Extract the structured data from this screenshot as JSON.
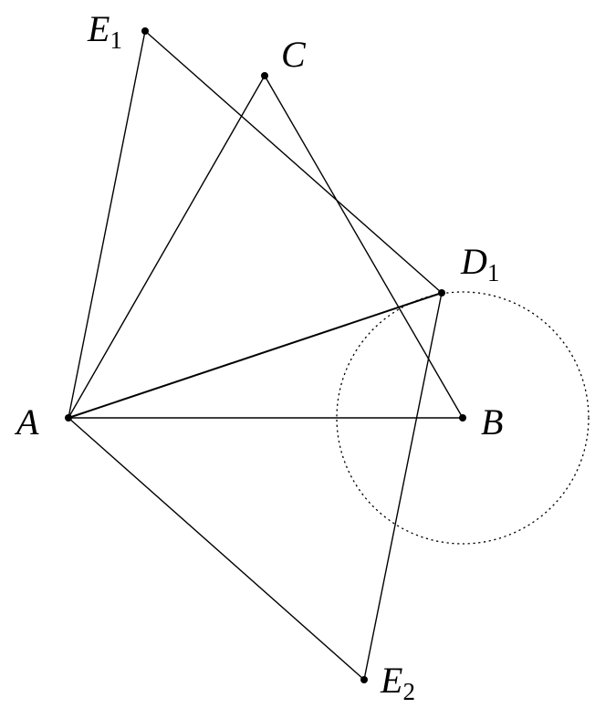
{
  "labels": {
    "E1": {
      "main": "E",
      "sub": "1"
    },
    "C": {
      "main": "C"
    },
    "D1": {
      "main": "D",
      "sub": "1"
    },
    "A": {
      "main": "A"
    },
    "B": {
      "main": "B"
    },
    "E2": {
      "main": "E",
      "sub": "2"
    }
  }
}
